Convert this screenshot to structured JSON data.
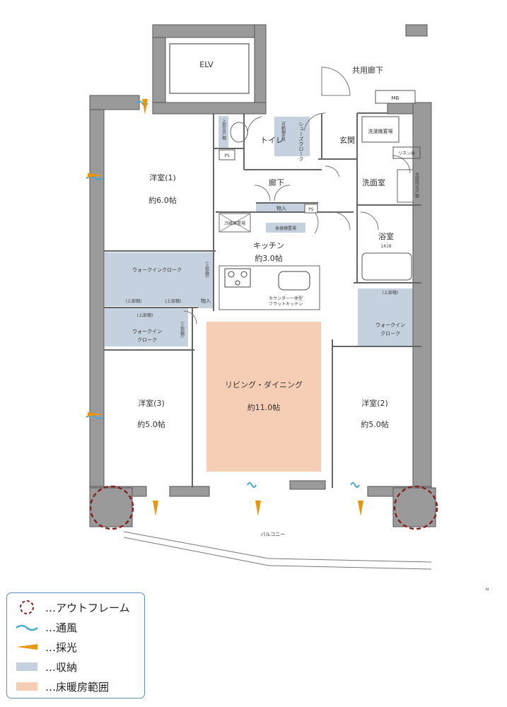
{
  "labels": {
    "elv": "ELV",
    "corridor_common": "共用廊下",
    "mb": "MB",
    "toilet": "トイレ",
    "ps1": "PS",
    "ps2": "PS",
    "shoes_closet": "シューズクローク",
    "movable_shelf": "可動棚6枚",
    "upper_shelf_toilet": "上部吊戸棚",
    "entrance": "玄関",
    "laundry_space": "洗濯機置場",
    "linen": "リネン庫",
    "washroom_shelf": "洗面所吊戸棚",
    "hallway": "廊下",
    "washroom": "洗面室",
    "storage_hall": "物入",
    "fridge_space": "冷蔵庫置場",
    "dish_rack": "食器棚置場",
    "bath": "浴室",
    "bath_size": "1418",
    "kitchen": "キッチン",
    "kitchen_size": "約3.0帖",
    "counter": "カウンター一体型",
    "counter2": "フラットキッチン",
    "room1": "洋室(1)",
    "room1_size": "約6.0帖",
    "wic1": "ウォークインクローク",
    "upper_shelf_a": "(上部棚)",
    "upper_shelf_b": "(上部棚)",
    "upper_shelf_c": "(上部棚)",
    "upper_shelf_d": "(上部棚)",
    "upper_shelf_e": "(上部棚)",
    "upper_shelf_f": "(上部棚)",
    "storage_small": "物入",
    "wic2_line1": "ウォークイン",
    "wic2_line2": "クローク",
    "wic3_line1": "ウォークイン",
    "wic3_line2": "クローク",
    "living": "リビング・ダイニング",
    "living_size": "約11.0帖",
    "room3": "洋室(3)",
    "room3_size": "約5.0帖",
    "room2": "洋室(2)",
    "room2_size": "約5.0帖",
    "balcony": "バルコニー",
    "compass_n": "N"
  },
  "legend": [
    {
      "icon": "outframe-icon",
      "label": "…アウトフレーム"
    },
    {
      "icon": "ventilation-icon",
      "label": "…通風"
    },
    {
      "icon": "daylight-icon",
      "label": "…採光"
    },
    {
      "icon": "storage-swatch-icon",
      "label": "…収納"
    },
    {
      "icon": "floor-heating-swatch-icon",
      "label": "…床暖房範囲"
    }
  ],
  "colors": {
    "wall": "#9a9a9a",
    "wall_dark": "#555555",
    "storage": "#c5d1df",
    "floor_heating": "#f6cdb5",
    "outframe": "#8b2020",
    "ventilation": "#4aa8c8",
    "daylight": "#e8960e",
    "legend_border": "#5c8cb8"
  }
}
